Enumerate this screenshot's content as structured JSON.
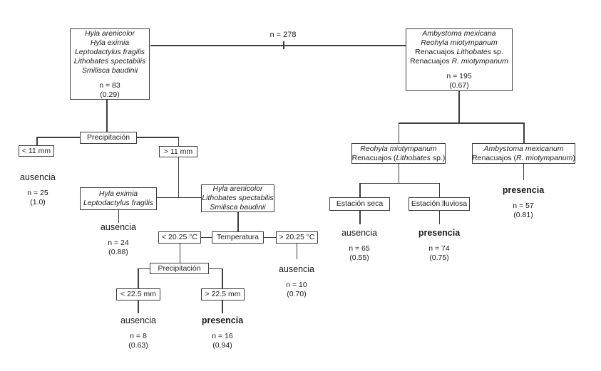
{
  "tree": {
    "root": {
      "n": "n = 278"
    },
    "groupA": {
      "lines": [
        "Hyla arenicolor",
        "Hyla eximia",
        "Leptodactylus fragilis",
        "Lithobates spectabilis",
        "Smilisca baudinii"
      ],
      "n": "n = 83",
      "p": "(0.29)"
    },
    "groupB": {
      "line1": "Ambystoma mexicana",
      "line2": "Reohyla miotympanum",
      "line3": [
        "Renacuajos ",
        "Lithobates",
        " sp."
      ],
      "line4": [
        "Renacuajos ",
        "R. miotympanum"
      ],
      "n": "n = 195",
      "p": "(0.67)"
    },
    "precip1": {
      "label": "Precipitación"
    },
    "lt11": {
      "label": "< 11 mm"
    },
    "gt11": {
      "label": "> 11 mm"
    },
    "leaf_lt11": {
      "outcome": "ausencia",
      "n": "n = 25",
      "p": "(1.0)"
    },
    "groupC": {
      "lines": [
        "Hyla eximia",
        "Leptodactylus fragilis"
      ]
    },
    "leaf_groupC": {
      "outcome": "ausencia",
      "n": "n = 24",
      "p": "(0.88)"
    },
    "groupD": {
      "lines": [
        "Hyla arenicolor",
        "Lithobates spectabilis",
        "Smilisca baudinii"
      ]
    },
    "temp": {
      "label": "Temperatura"
    },
    "lt2025": {
      "label": "< 20.25 °C"
    },
    "gt2025": {
      "label": "> 20.25 °C"
    },
    "leaf_gt2025": {
      "outcome": "ausencia",
      "n": "n = 10",
      "p": "(0.70)"
    },
    "precip2": {
      "label": "Precipitación"
    },
    "lt225": {
      "label": "< 22.5 mm"
    },
    "gt225": {
      "label": "> 22.5 mm"
    },
    "leaf_lt225": {
      "outcome": "ausencia",
      "n": "n = 8",
      "p": "(0.63)"
    },
    "leaf_gt225": {
      "outcome": "presencia",
      "n": "n = 16",
      "p": "(0.94)"
    },
    "groupE": {
      "line1": "Reohyla miotympanum",
      "line2": [
        "Renacuajos (",
        "Lithobates",
        " sp.)"
      ]
    },
    "groupF": {
      "line1": "Ambystoma mexicanum",
      "line2": [
        "Renacuajos (",
        "R. miotympanum",
        ")"
      ]
    },
    "leaf_groupF": {
      "outcome": "presencia",
      "n": "n = 57",
      "p": "(0.81)"
    },
    "seca": {
      "label": "Estación seca"
    },
    "lluviosa": {
      "label": "Estación lluviosa"
    },
    "leaf_seca": {
      "outcome": "ausencia",
      "n": "n = 65",
      "p": "(0.55)"
    },
    "leaf_lluviosa": {
      "outcome": "presencia",
      "n": "n = 74",
      "p": "(0.75)"
    }
  }
}
